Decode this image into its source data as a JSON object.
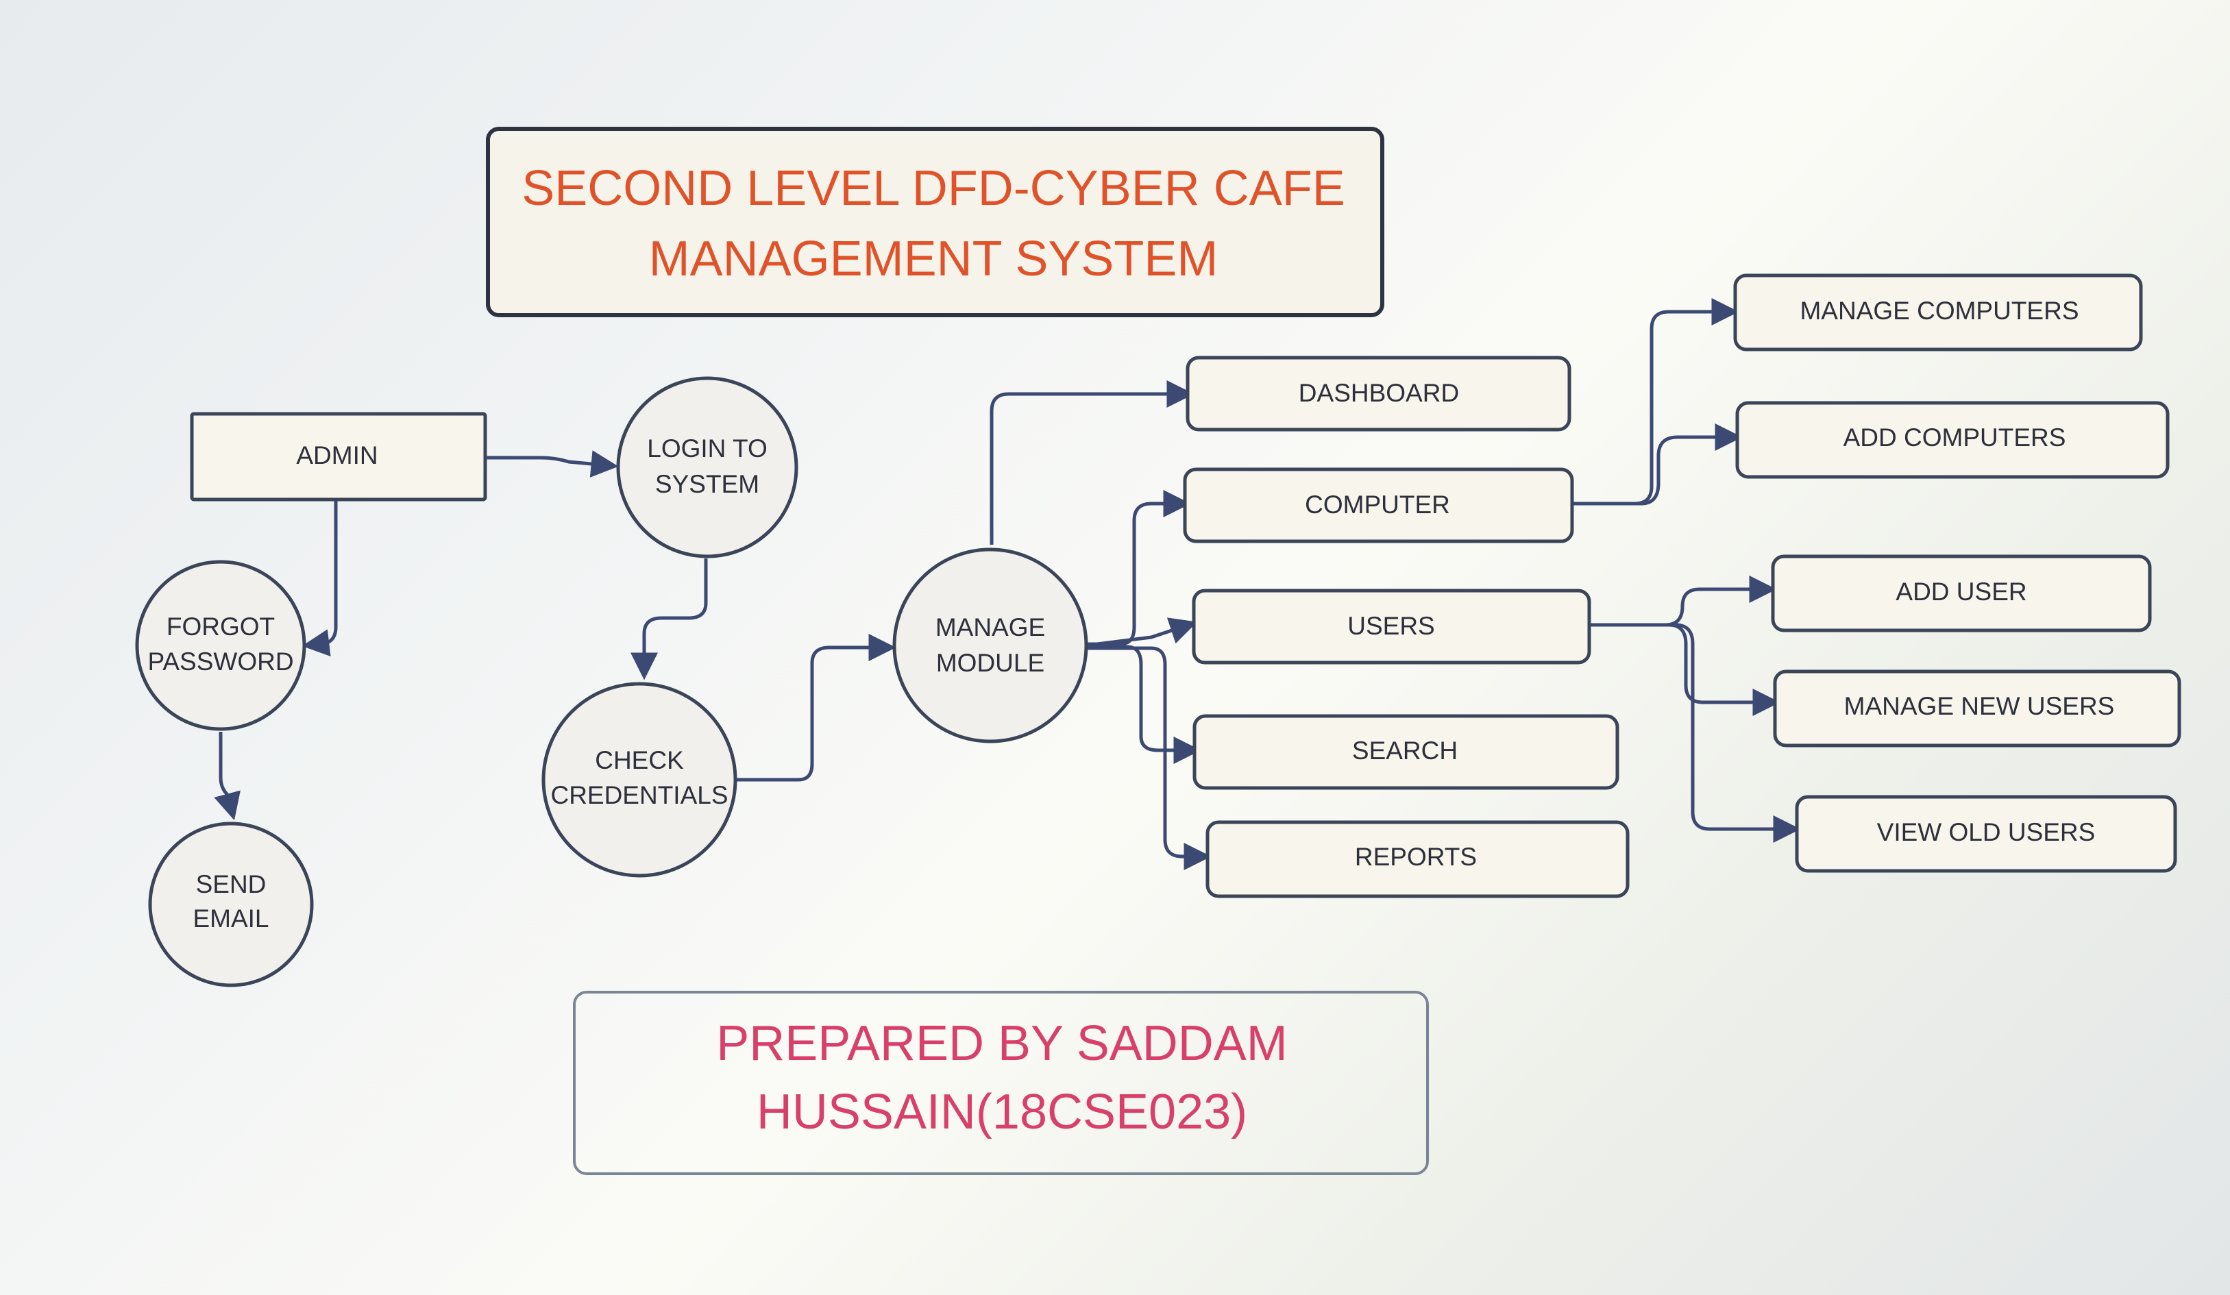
{
  "colors": {
    "title_text": "#e0532a",
    "credit_text": "#d8406a",
    "stroke": "#3c4458",
    "arrow": "#3c4a73"
  },
  "title": {
    "line1": "SECOND LEVEL DFD-CYBER CAFE",
    "line2": "MANAGEMENT  SYSTEM"
  },
  "credit": {
    "line1": "PREPARED BY SADDAM",
    "line2": "HUSSAIN(18CSE023)"
  },
  "nodes": {
    "admin": "ADMIN",
    "login": {
      "line1": "LOGIN TO",
      "line2": "SYSTEM"
    },
    "forgot": {
      "line1": "FORGOT",
      "line2": "PASSWORD"
    },
    "send_email": {
      "line1": "SEND",
      "line2": "EMAIL"
    },
    "check": {
      "line1": "CHECK",
      "line2": "CREDENTIALS"
    },
    "manage_module": {
      "line1": "MANAGE",
      "line2": "MODULE"
    },
    "dashboard": "DASHBOARD",
    "computer": "COMPUTER",
    "users": "USERS",
    "search": "SEARCH",
    "reports": "REPORTS",
    "manage_computers": "MANAGE COMPUTERS",
    "add_computers": "ADD COMPUTERS",
    "add_user": "ADD USER",
    "manage_new_users": "MANAGE NEW USERS",
    "view_old_users": "VIEW OLD USERS"
  }
}
